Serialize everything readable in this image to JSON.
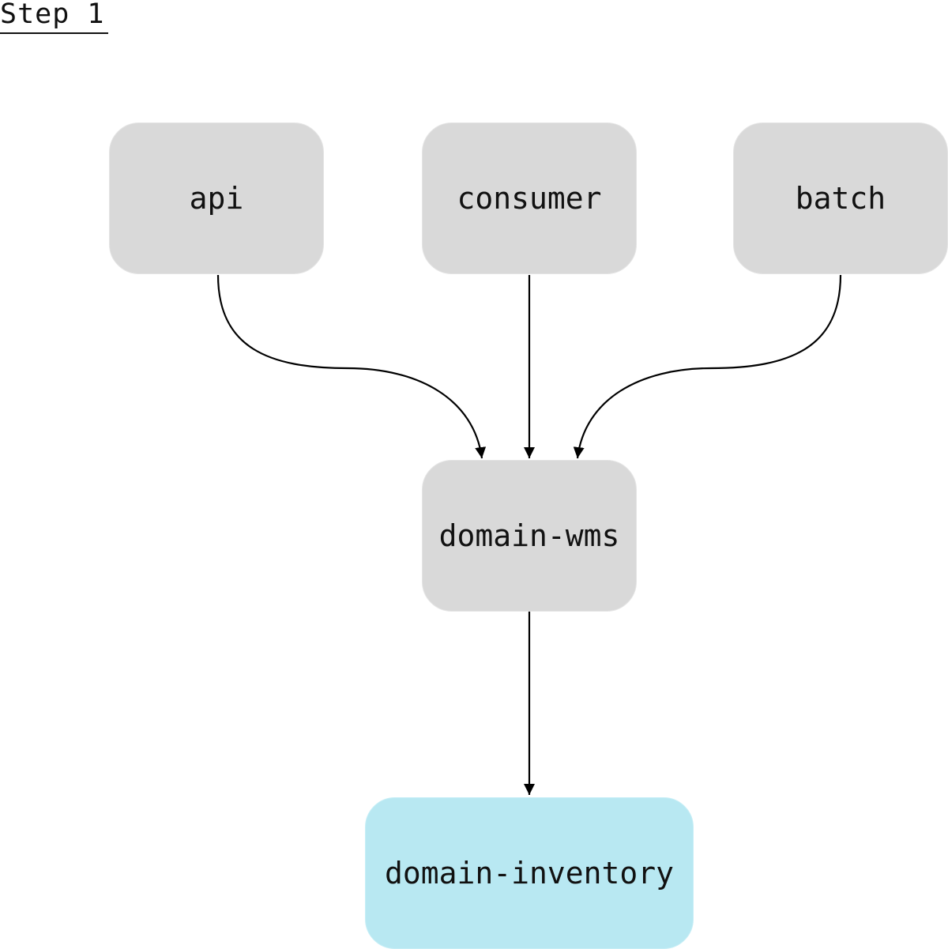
{
  "title": "Step 1",
  "nodes": {
    "api": {
      "label": "api"
    },
    "consumer": {
      "label": "consumer"
    },
    "batch": {
      "label": "batch"
    },
    "domain_wms": {
      "label": "domain-wms"
    },
    "domain_inventory": {
      "label": "domain-inventory"
    }
  },
  "edges": [
    {
      "from": "api",
      "to": "domain-wms"
    },
    {
      "from": "consumer",
      "to": "domain-wms"
    },
    {
      "from": "batch",
      "to": "domain-wms"
    },
    {
      "from": "domain-wms",
      "to": "domain-inventory"
    }
  ],
  "colors": {
    "node_fill": "#d9d9d9",
    "highlight_fill": "#b8e8f2",
    "edge": "#000000",
    "text": "#111111"
  }
}
